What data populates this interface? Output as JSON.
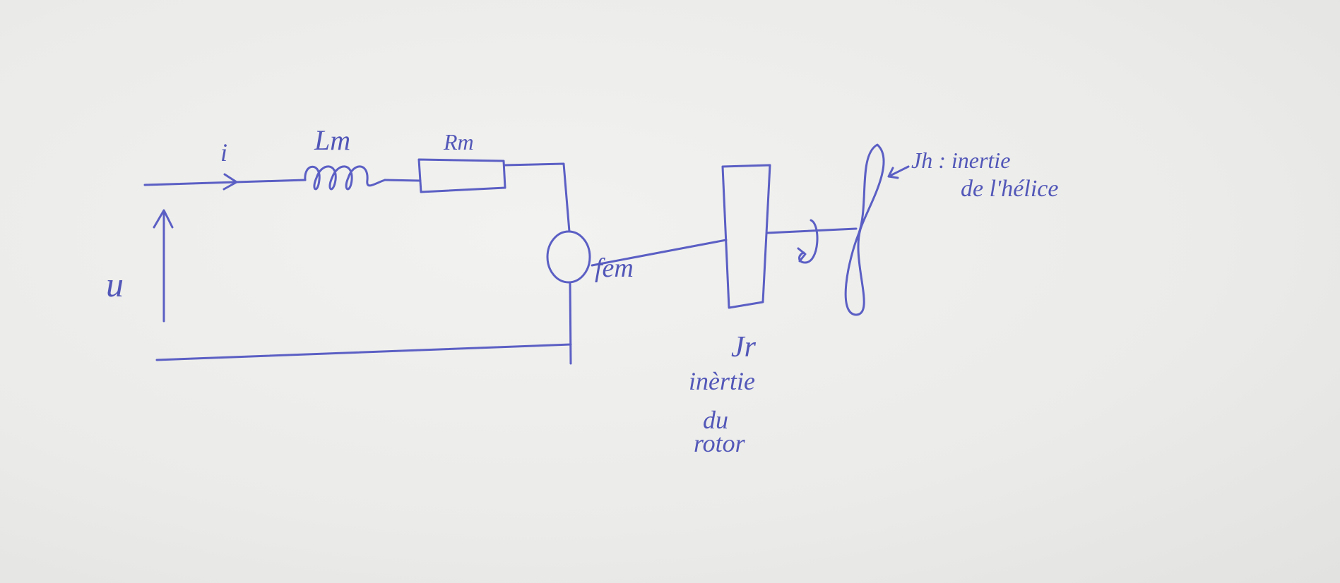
{
  "diagram": {
    "ink_color": "#5b5fc4",
    "paper_color": "#ececea",
    "labels": {
      "current": "i",
      "voltage": "u",
      "inductance": "Lm",
      "resistance": "Rm",
      "emf": "fem",
      "rotor_symbol": "Jr",
      "rotor_desc_1": "inèrtie",
      "rotor_desc_2": "du",
      "rotor_desc_3": "rotor",
      "propeller_symbol": "Jh : inertie",
      "propeller_desc": "de l'hélice"
    }
  }
}
